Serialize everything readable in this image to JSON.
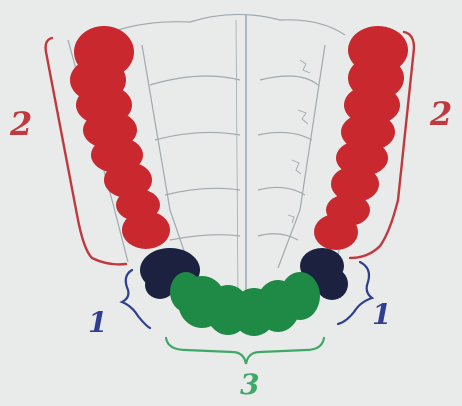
{
  "labels": {
    "left_upper": "2",
    "right_upper": "2",
    "left_lower": "1",
    "right_lower": "1",
    "bottom": "3"
  },
  "colors": {
    "background": "#e9eaea",
    "red_zone": "#c8282e",
    "navy_zone": "#1c2140",
    "green_zone": "#1f8a45",
    "red_brace": "#c0393e",
    "blue_brace": "#2f3f8f",
    "green_brace": "#3fa867",
    "sketch_line": "#8f9aa0"
  },
  "icons": [
    "sacrum-sketch",
    "left-red-blob-column",
    "right-red-blob-column",
    "navy-corner-blobs",
    "green-blob-arc"
  ]
}
